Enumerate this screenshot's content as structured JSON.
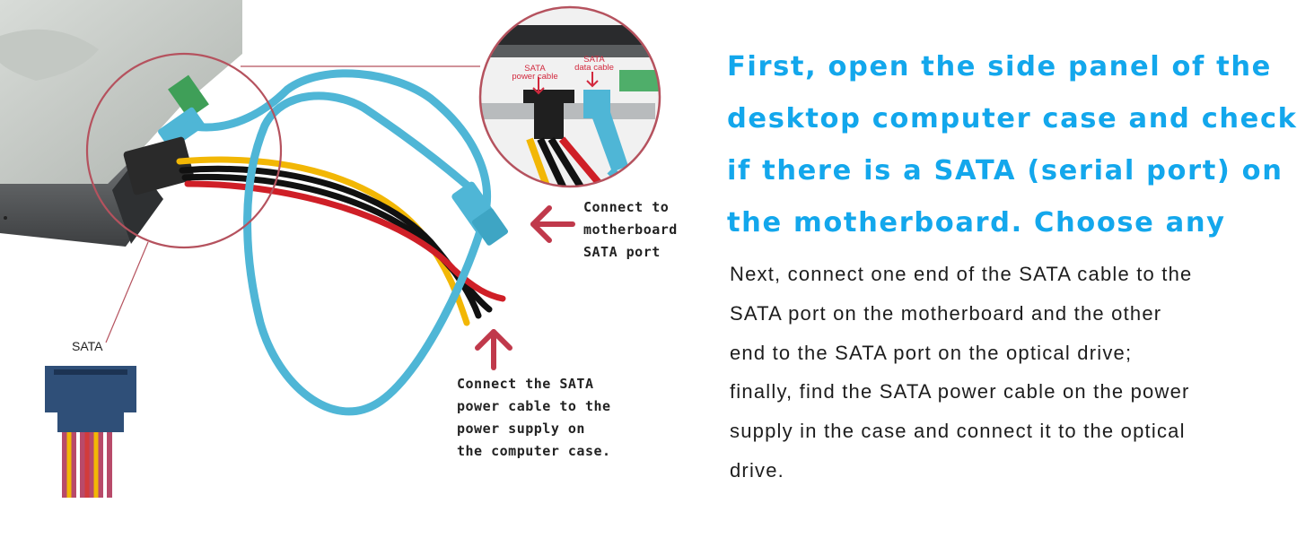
{
  "labels": {
    "sata_small": "SATA",
    "inset_power_line1": "SATA",
    "inset_power_line2": "power cable",
    "inset_data_line1": "SATA",
    "inset_data_line2": "data cable",
    "motherboard": [
      "Connect to",
      "motherboard",
      "SATA port"
    ],
    "power_supply": [
      "Connect the SATA",
      "power cable to the",
      "power supply on",
      "the computer case."
    ]
  },
  "headline_lines": [
    "First, open the side panel of the",
    "desktop computer case and check",
    "if there is a SATA (serial port) on",
    "the motherboard. Choose any"
  ],
  "body_lines": [
    "Next, connect one end of the SATA cable to the",
    "SATA port on the motherboard and the other",
    "end to the SATA port on the optical drive;",
    "finally, find the SATA power cable on the power",
    "supply in the case and connect it to the optical",
    "drive."
  ],
  "colors": {
    "headline": "#13a7ec",
    "arrow": "#c0394b",
    "sata_cable": "#4fb6d6",
    "circle": "#b5525e"
  }
}
